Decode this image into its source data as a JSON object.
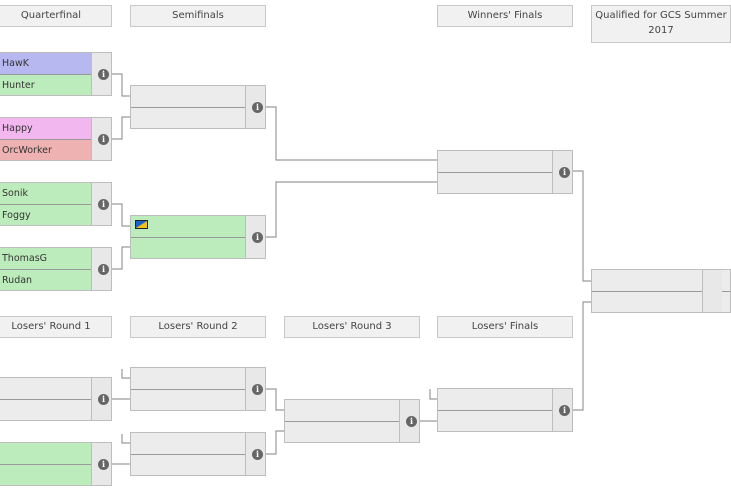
{
  "headers": {
    "quarterfinal": "Quarterfinal",
    "semifinals": "Semifinals",
    "winners_finals": "Winners' Finals",
    "qualified": "Qualified for GCS Summer 2017",
    "losers_round_1": "Losers' Round 1",
    "losers_round_2": "Losers' Round 2",
    "losers_round_3": "Losers' Round 3",
    "losers_finals": "Losers' Finals"
  },
  "colors": {
    "blue_team": "#b6b8ef",
    "green_team": "#bdecbc",
    "pink_team": "#f3b7f0",
    "red_team": "#efb2b2",
    "empty": "#ececec",
    "line": "#9a9a9a"
  },
  "info_icon_glyph": "i",
  "matches": {
    "qf1": {
      "top": "HawK",
      "bottom": "Hunter"
    },
    "qf2": {
      "top": "Happy",
      "bottom": "OrcWorker"
    },
    "qf3": {
      "top": "Sonik",
      "bottom": "Foggy"
    },
    "qf4": {
      "top": "ThomasG",
      "bottom": "Rudan"
    }
  }
}
